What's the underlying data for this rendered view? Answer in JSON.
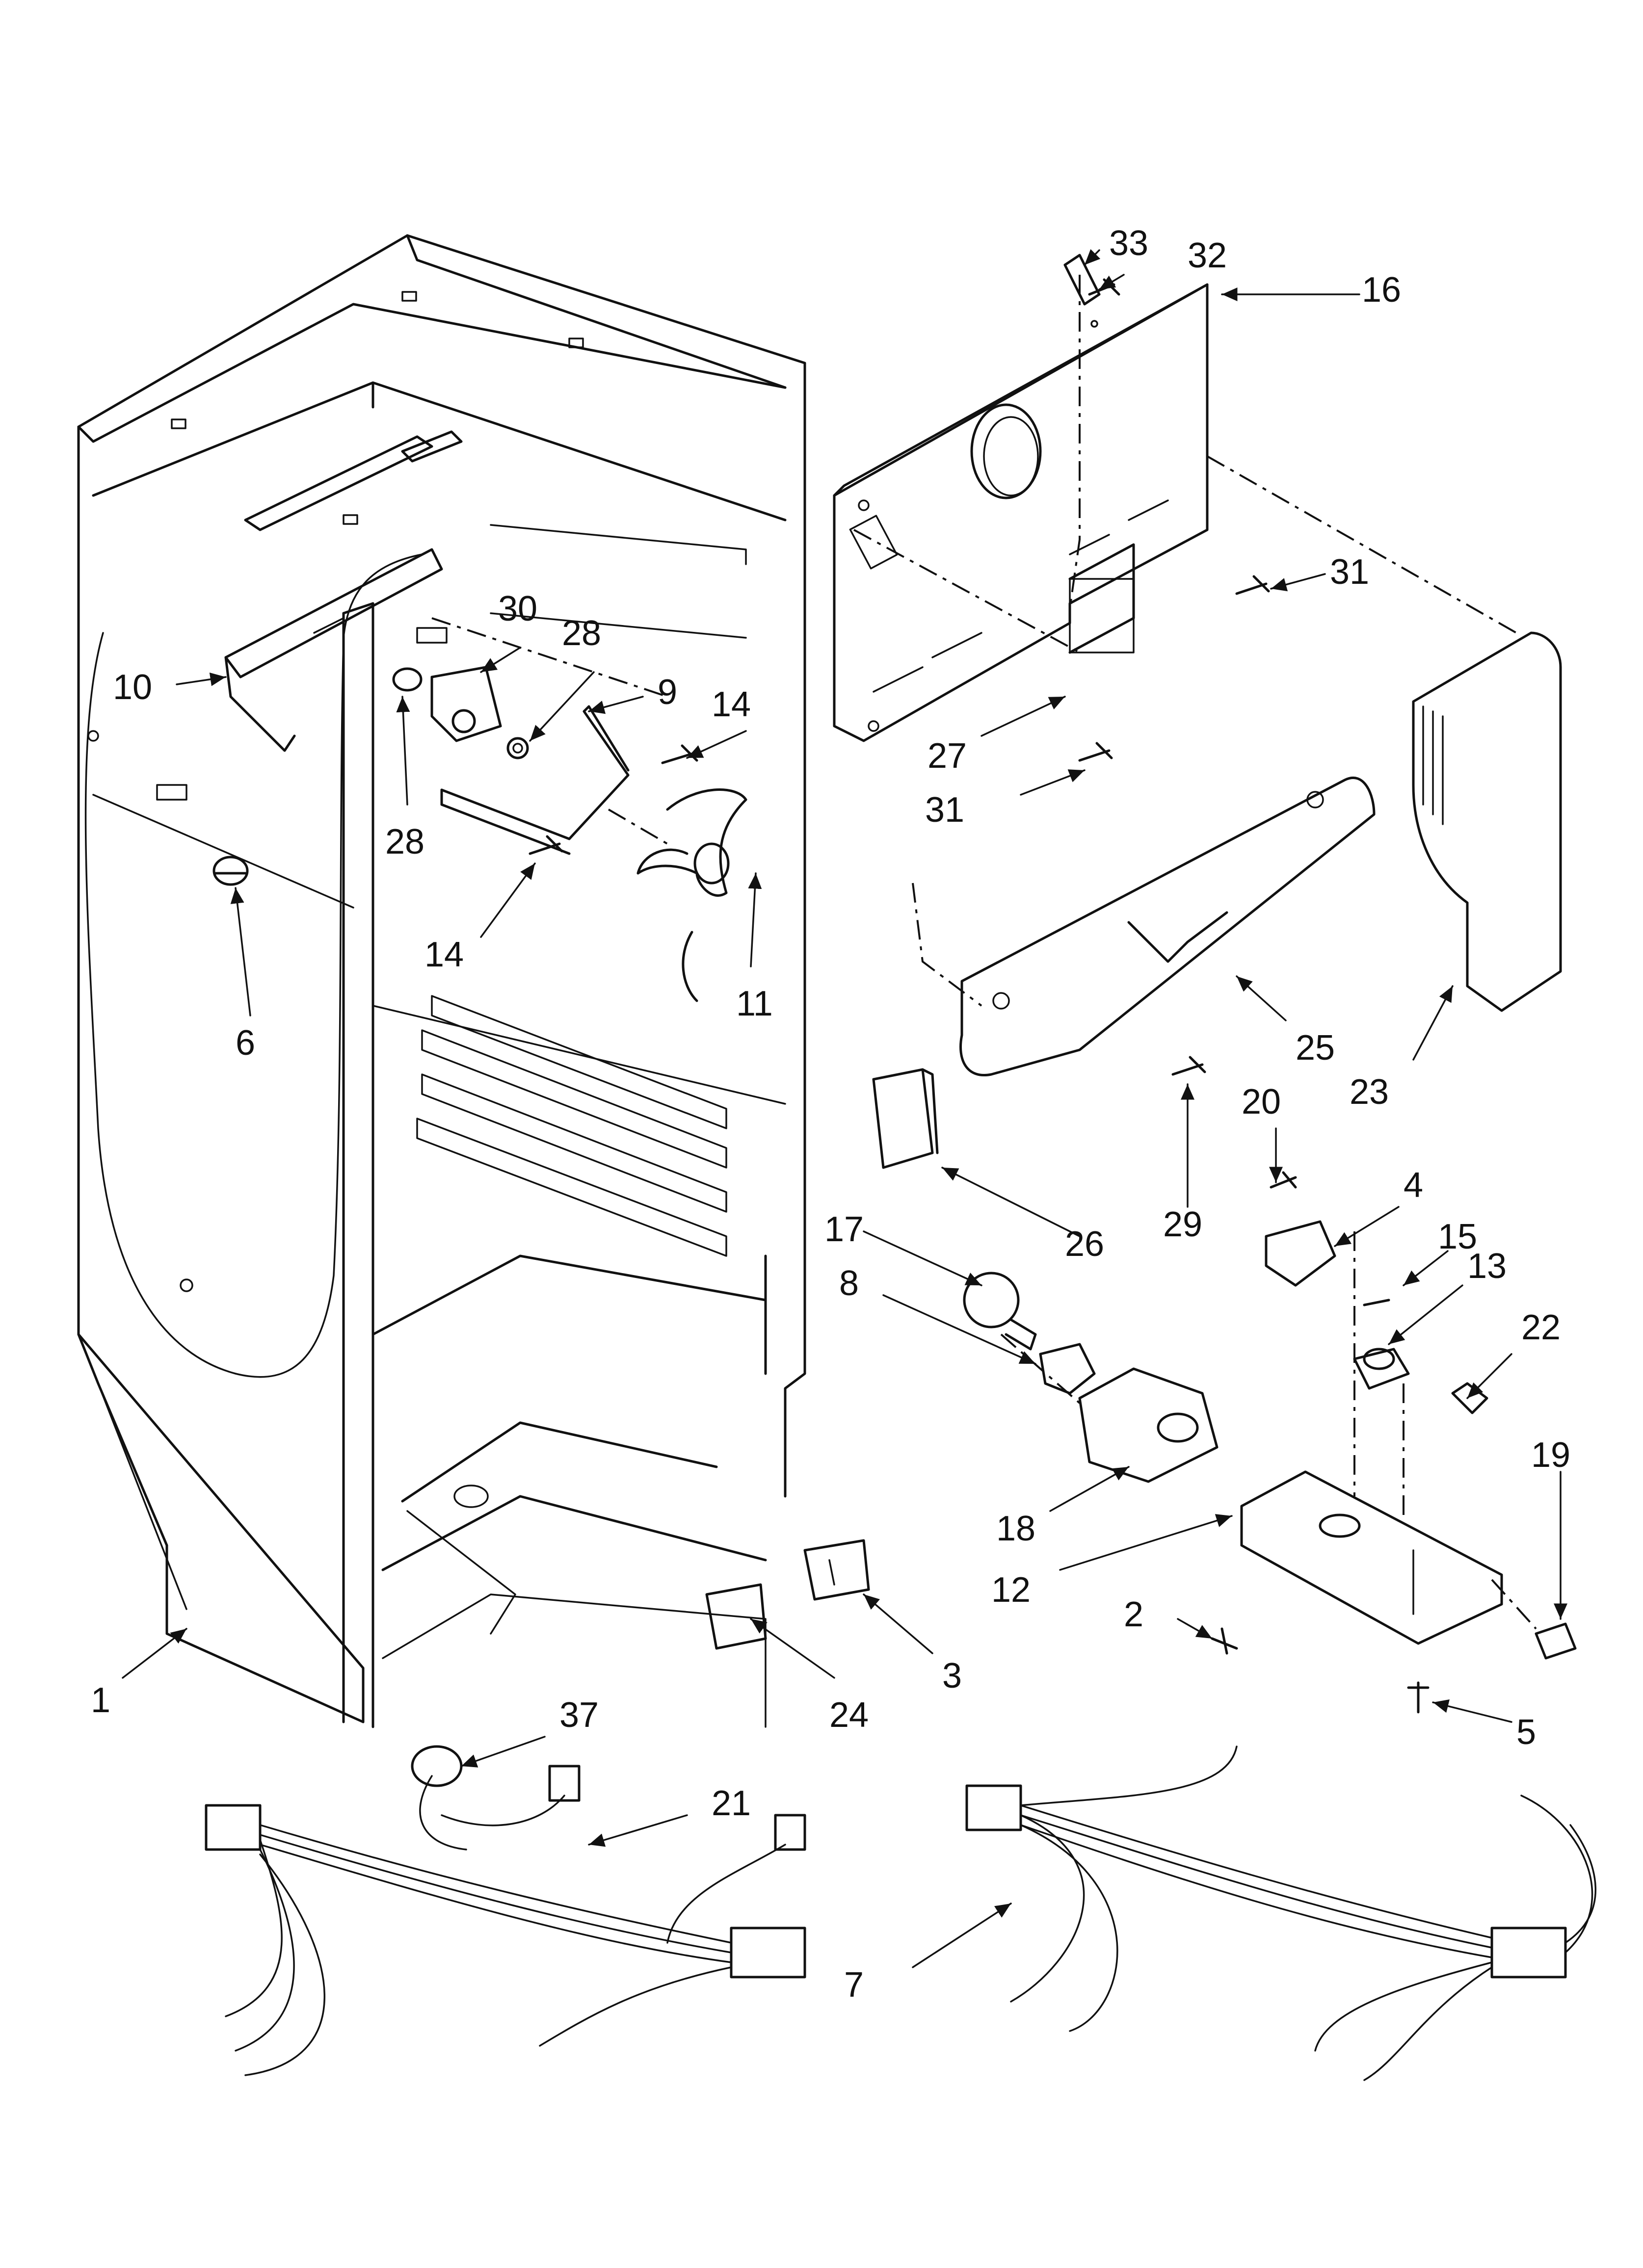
{
  "diagram": {
    "callouts": [
      {
        "id": "1",
        "text": "1"
      },
      {
        "id": "2",
        "text": "2"
      },
      {
        "id": "3",
        "text": "3"
      },
      {
        "id": "4",
        "text": "4"
      },
      {
        "id": "5",
        "text": "5"
      },
      {
        "id": "6",
        "text": "6"
      },
      {
        "id": "7",
        "text": "7"
      },
      {
        "id": "8",
        "text": "8"
      },
      {
        "id": "9",
        "text": "9"
      },
      {
        "id": "10",
        "text": "10"
      },
      {
        "id": "11",
        "text": "11"
      },
      {
        "id": "12",
        "text": "12"
      },
      {
        "id": "13",
        "text": "13"
      },
      {
        "id": "14a",
        "text": "14"
      },
      {
        "id": "14b",
        "text": "14"
      },
      {
        "id": "15",
        "text": "15"
      },
      {
        "id": "16",
        "text": "16"
      },
      {
        "id": "17",
        "text": "17"
      },
      {
        "id": "18",
        "text": "18"
      },
      {
        "id": "19",
        "text": "19"
      },
      {
        "id": "20",
        "text": "20"
      },
      {
        "id": "21",
        "text": "21"
      },
      {
        "id": "22",
        "text": "22"
      },
      {
        "id": "23",
        "text": "23"
      },
      {
        "id": "24",
        "text": "24"
      },
      {
        "id": "25",
        "text": "25"
      },
      {
        "id": "26",
        "text": "26"
      },
      {
        "id": "27",
        "text": "27"
      },
      {
        "id": "28a",
        "text": "28"
      },
      {
        "id": "28b",
        "text": "28"
      },
      {
        "id": "29",
        "text": "29"
      },
      {
        "id": "30",
        "text": "30"
      },
      {
        "id": "31a",
        "text": "31"
      },
      {
        "id": "31b",
        "text": "31"
      },
      {
        "id": "32",
        "text": "32"
      },
      {
        "id": "33",
        "text": "33"
      },
      {
        "id": "37",
        "text": "37"
      }
    ]
  }
}
